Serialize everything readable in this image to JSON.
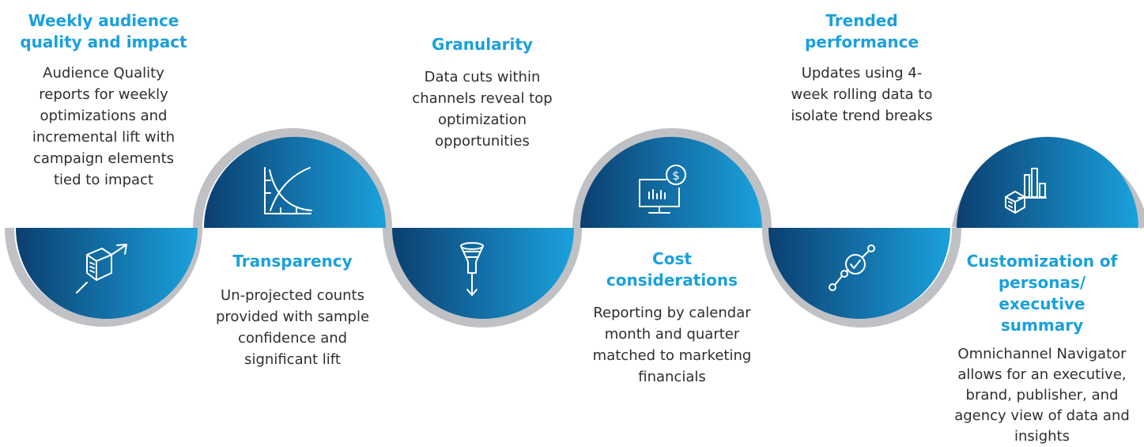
{
  "colors": {
    "accent_title": "#1aa0dc",
    "gradient_dark": "#0b3f70",
    "gradient_light": "#1ba1dd",
    "arc_gray": "#bfc1c5",
    "body_text": "#2e2e2e"
  },
  "steps": [
    {
      "title": "Weekly audience quality and impact",
      "body": "Audience Quality reports for weekly optimizations and incremental lift with campaign elements tied to impact",
      "icon": "package-arrow-icon"
    },
    {
      "title": "Transparency",
      "body": "Un-projected counts provided with sample confidence and significant lift",
      "icon": "curve-chart-icon"
    },
    {
      "title": "Granularity",
      "body": "Data cuts within channels reveal top optimization opportunities",
      "icon": "funnel-icon"
    },
    {
      "title": "Cost considerations",
      "body": "Reporting by calendar month and quarter matched to marketing financials",
      "icon": "monitor-dollar-icon"
    },
    {
      "title": "Trended performance",
      "body": "Updates using 4-week rolling data to isolate trend breaks",
      "icon": "trend-check-icon"
    },
    {
      "title": "Customization of personas/ executive summary",
      "body": "Omnichannel Navigator allows for an executive, brand, publisher, and agency view of data and insights",
      "icon": "box-bars-icon"
    }
  ]
}
